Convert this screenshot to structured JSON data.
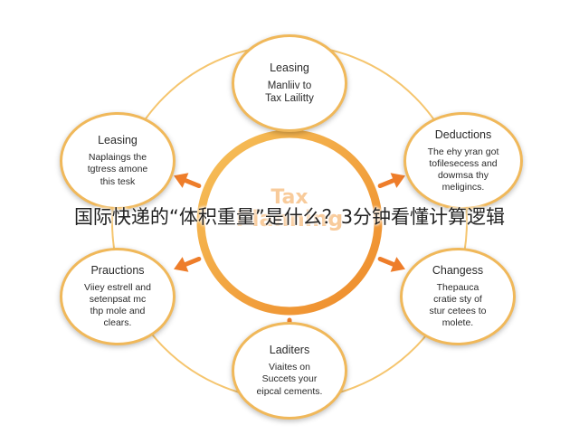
{
  "center": {
    "title_line1": "Tax",
    "title_line2": "Planning"
  },
  "caption": "国际快递的“体积重量”是什么？3分钟看懂计算逻辑",
  "nodes": [
    {
      "title": "Leasing",
      "body": "Manliiv to\nTax Lailitty"
    },
    {
      "title": "Deductions",
      "body": "The ehy yran got\ntofilesecess and\ndowmsa thy\nmeligincs."
    },
    {
      "title": "Changess",
      "body": "Thepauca\ncratie sty of\nstur cetees to\nmolete."
    },
    {
      "title": "Laditers",
      "body": "Viaites on\nSuccets your\neipcal cements."
    },
    {
      "title": "Prauctions",
      "body": "Viiey estrell and\nsetenpsat mc\nthp mole and\nclears."
    },
    {
      "title": "Leasing",
      "body": "Naplaings the\ntgtress amone\nthis tesk"
    }
  ],
  "colors": {
    "accent": "#f0b85a",
    "arrow": "#ee7d2a",
    "ring": "#f2b84e"
  },
  "icons": {
    "arrow": "arrow-icon"
  }
}
